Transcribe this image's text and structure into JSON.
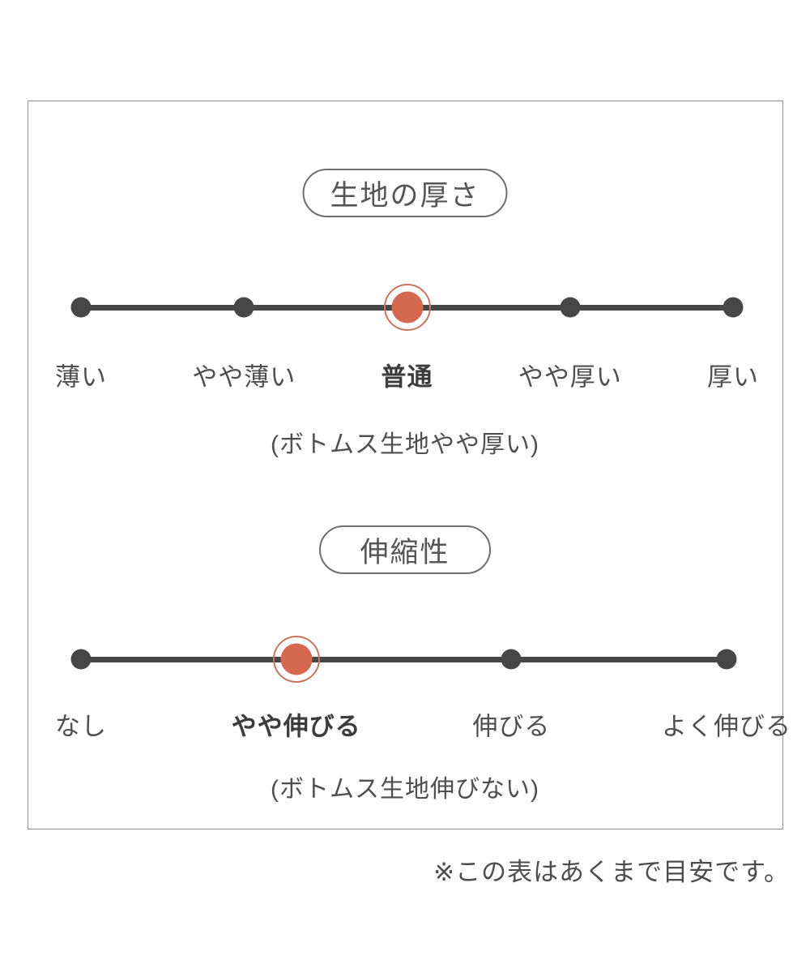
{
  "page": {
    "footnote": "※この表はあくまで目安です。"
  },
  "colors": {
    "accent": "#d5694f",
    "accent_ring": "#c8755d",
    "line": "#474747",
    "frame_border": "#8f8f8f"
  },
  "chart_data": [
    {
      "type": "rating-scale",
      "title": "生地の厚さ",
      "categories": [
        "薄い",
        "やや薄い",
        "普通",
        "やや厚い",
        "厚い"
      ],
      "selected_index": 2,
      "selected_label": "普通",
      "note": "(ボトムス生地やや厚い)",
      "legend_position": "none",
      "grid": false
    },
    {
      "type": "rating-scale",
      "title": "伸縮性",
      "categories": [
        "なし",
        "やや伸びる",
        "伸びる",
        "よく伸びる"
      ],
      "selected_index": 1,
      "selected_label": "やや伸びる",
      "note": "(ボトムス生地伸びない)",
      "legend_position": "none",
      "grid": false
    }
  ]
}
